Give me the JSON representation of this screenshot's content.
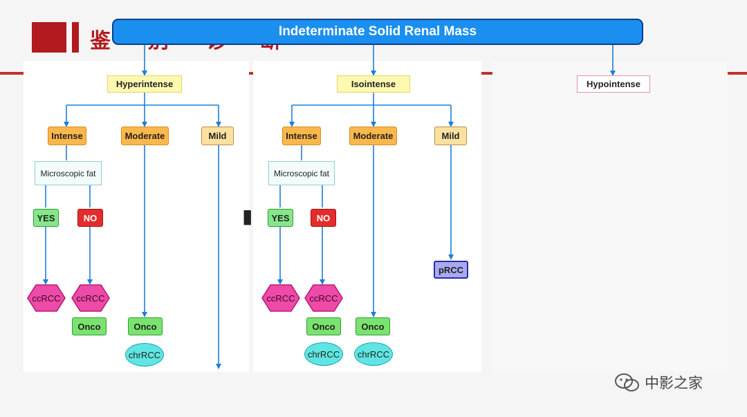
{
  "slide": {
    "heading_chars": [
      "鉴",
      "别",
      "诊",
      "断"
    ],
    "title": "Indeterminate Solid Renal Mass",
    "watermark": "中影之家"
  },
  "colors": {
    "title_fill": "#1a8ff0",
    "arrow": "#1a7fd8",
    "accent_red": "#b11a1e"
  },
  "diagram": {
    "branches": [
      "Hyperintense",
      "Isointense",
      "Hypointense"
    ],
    "left_tree": {
      "enhancement": [
        "Intense",
        "Moderate",
        "Mild"
      ],
      "question": "Microscopic fat",
      "yes": "YES",
      "no": "NO",
      "yes_result": "ccRCC",
      "no_results": [
        "ccRCC",
        "Onco"
      ],
      "moderate_results": [
        "Onco",
        "chrRCC"
      ]
    },
    "middle_tree": {
      "enhancement": [
        "Intense",
        "Moderate",
        "Mild"
      ],
      "question": "Microscopic fat",
      "yes": "YES",
      "no": "NO",
      "yes_result": "ccRCC",
      "no_results": [
        "ccRCC",
        "Onco",
        "chrRCC"
      ],
      "moderate_results": [
        "Onco",
        "chrRCC"
      ],
      "mild_result": "pRCC"
    }
  }
}
